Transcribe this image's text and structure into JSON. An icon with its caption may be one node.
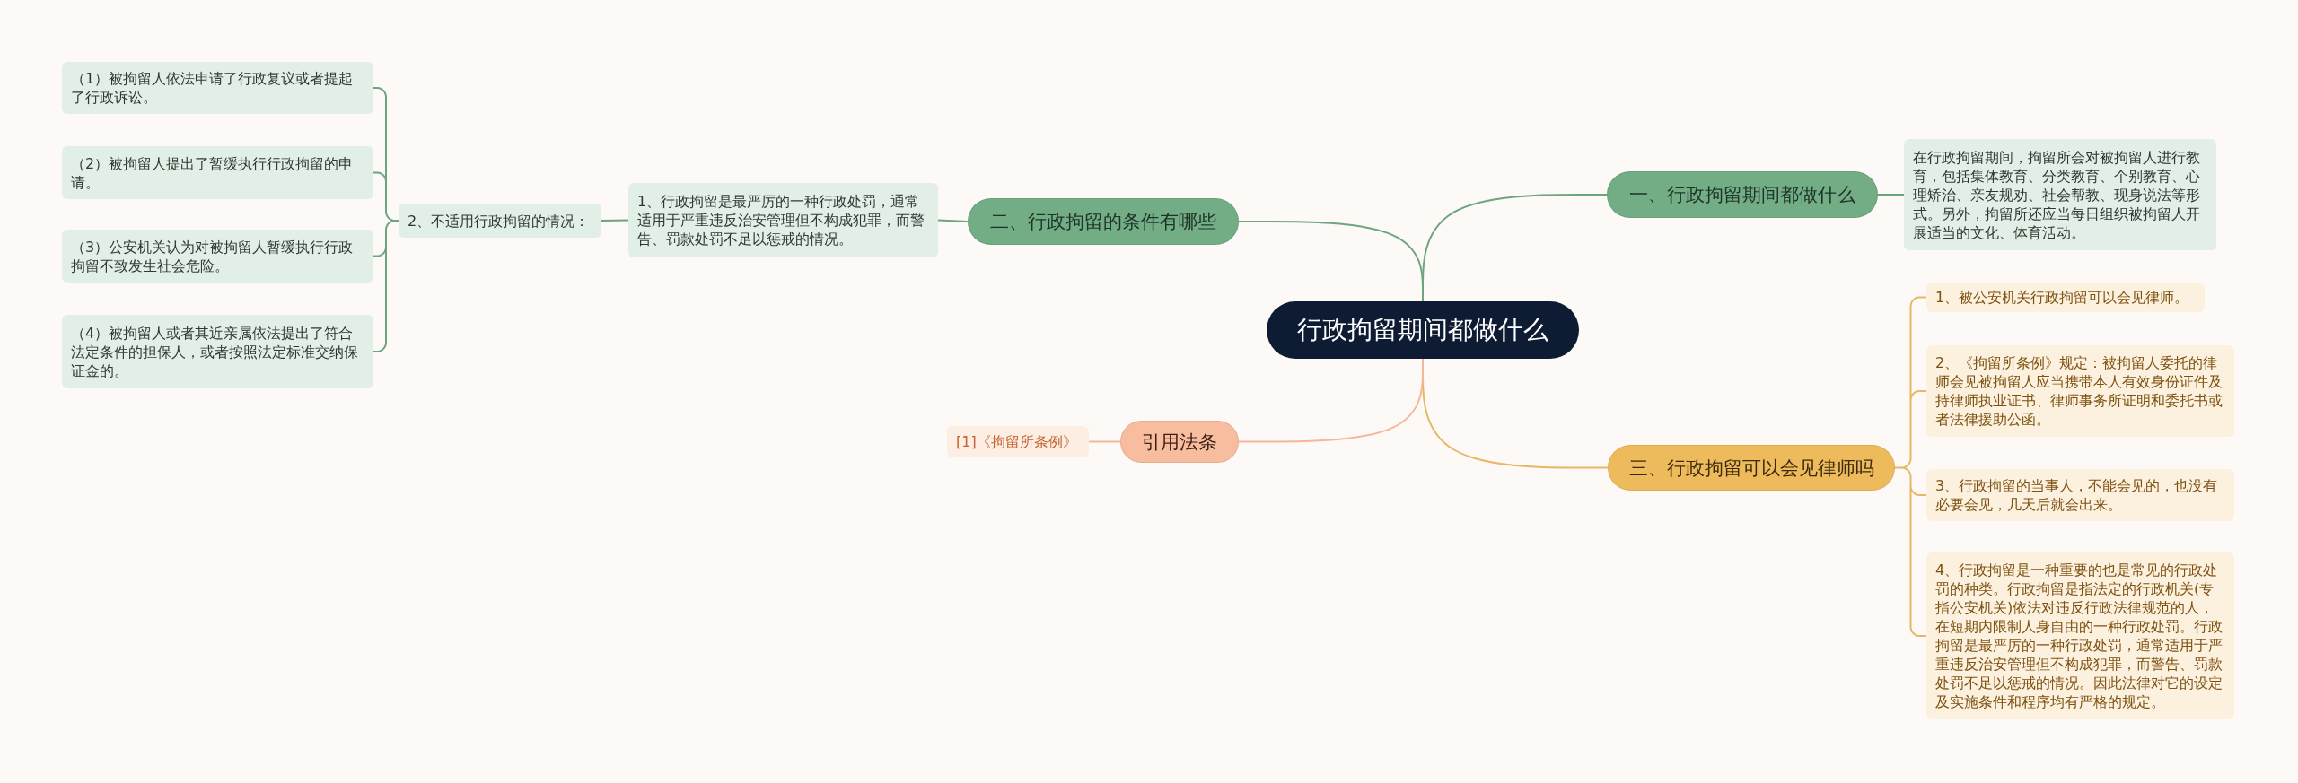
{
  "diagram": {
    "nodes": [
      {
        "text": [
          "行政拘留期间都做什么"
        ]
      },
      {
        "text": [
          "一、行政拘留期间都做什么"
        ]
      },
      {
        "text": [
          "在行政拘留期间，拘留所会对被拘留人进行教育，包括集体教育、分类教育、个别教育、心理矫治、亲友规劝、社会帮教、现身说法等形式。另外，拘留所还应当每日组织被拘留人开展适当的文化、体育活动。"
        ]
      },
      {
        "text": [
          "二、行政拘留的条件有哪些"
        ]
      },
      {
        "text": [
          "1、行政拘留是最严厉的一种行政处罚，通常适用于严重违反治安管理但不构成犯罪，而警告、罚款处罚不足以惩戒的情况。"
        ]
      },
      {
        "text": [
          "2、不适用行政拘留的情况："
        ]
      },
      {
        "text": [
          "（1）被拘留人依法申请了行政复议或者提起了行政诉讼。"
        ]
      },
      {
        "text": [
          "（2）被拘留人提出了暂缓执行行政拘留的申请。"
        ]
      },
      {
        "text": [
          "（3）公安机关认为对被拘留人暂缓执行行政拘留不致发生社会危险。"
        ]
      },
      {
        "text": [
          "（4）被拘留人或者其近亲属依法提出了符合法定条件的担保人，或者按照法定标准交纳保证金的。"
        ]
      },
      {
        "text": [
          "三、行政拘留可以会见律师吗"
        ]
      },
      {
        "text": [
          "1、被公安机关行政拘留可以会见律师。"
        ]
      },
      {
        "text": [
          "2、《拘留所条例》规定：被拘留人委托的律师会见被拘留人应当携带本人有效身份证件及持律师执业证书、律师事务所证明和委托书或者法律援助公函。"
        ]
      },
      {
        "text": [
          "3、行政拘留的当事人，不能会见的，也没有必要会见，几天后就会出来。"
        ]
      },
      {
        "text": [
          "4、行政拘留是一种重要的也是常见的行政处罚的种类。行政拘留是指法定的行政机关(专指公安机关)依法对违反行政法律规范的人，在短期内限制人身自由的一种行政处罚。行政拘留是最严厉的一种行政处罚，通常适用于严重违反治安管理但不构成犯罪，而警告、罚款处罚不足以惩戒的情况。因此法律对它的设定及实施条件和程序均有严格的规定。"
        ]
      },
      {
        "text": [
          "引用法条"
        ]
      },
      {
        "text": [
          "[1]《拘留所条例》"
        ]
      }
    ],
    "edges": [
      {
        "from": 0,
        "to": 1,
        "arrow": "none"
      },
      {
        "from": 1,
        "to": 2,
        "arrow": "none"
      },
      {
        "from": 0,
        "to": 3,
        "arrow": "none"
      },
      {
        "from": 3,
        "to": 4,
        "arrow": "none"
      },
      {
        "from": 4,
        "to": 5,
        "arrow": "none"
      },
      {
        "from": 5,
        "to": 6,
        "arrow": "none"
      },
      {
        "from": 5,
        "to": 7,
        "arrow": "none"
      },
      {
        "from": 5,
        "to": 8,
        "arrow": "none"
      },
      {
        "from": 5,
        "to": 9,
        "arrow": "none"
      },
      {
        "from": 0,
        "to": 10,
        "arrow": "none",
        "color": "#e6b865"
      },
      {
        "from": 10,
        "to": 11,
        "arrow": "none",
        "color": "#e6b865"
      },
      {
        "from": 10,
        "to": 12,
        "arrow": "none",
        "color": "#e6b865"
      },
      {
        "from": 10,
        "to": 13,
        "arrow": "none",
        "color": "#e6b865"
      },
      {
        "from": 10,
        "to": 14,
        "arrow": "none",
        "color": "#e6b865"
      },
      {
        "from": 0,
        "to": 15,
        "arrow": "none",
        "color": "#f4b79b"
      },
      {
        "from": 15,
        "to": 16,
        "arrow": "none",
        "color": "#f4b79b"
      }
    ]
  }
}
